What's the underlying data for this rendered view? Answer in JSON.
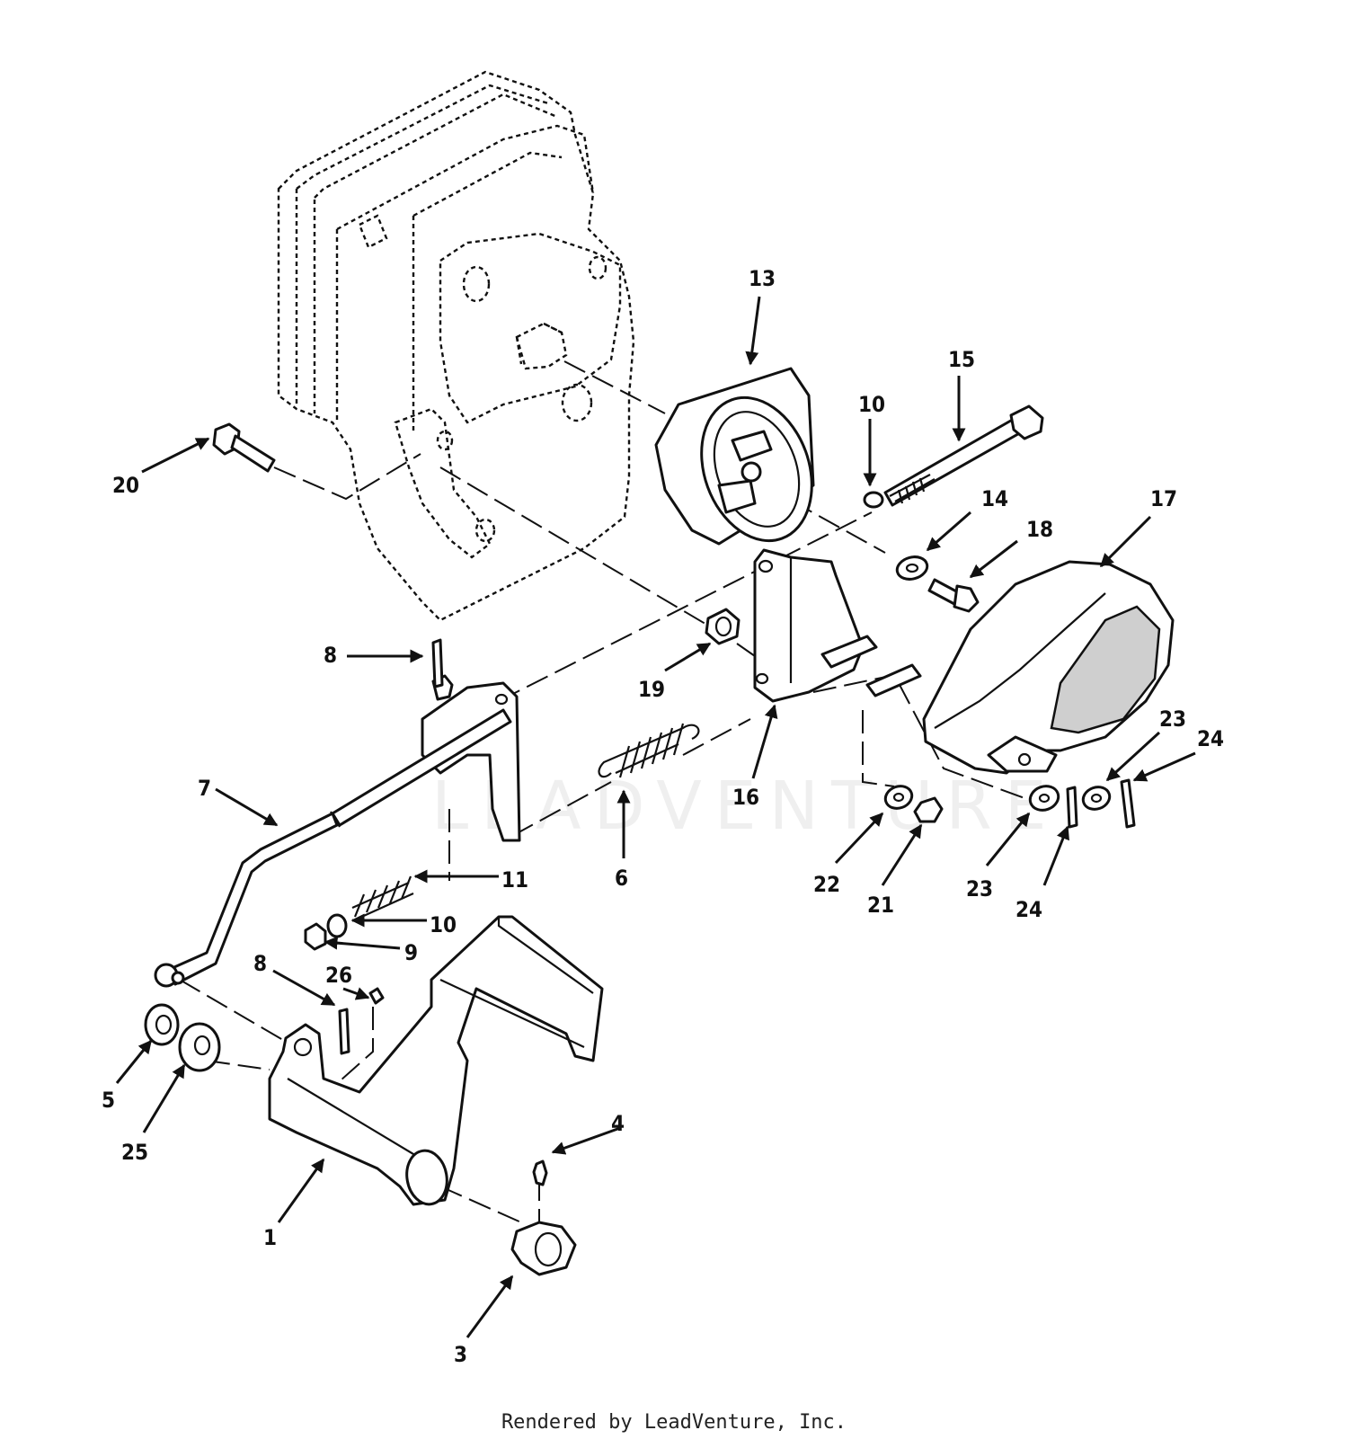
{
  "watermark": "LEADVENTURE",
  "footer": "Rendered by LeadVenture, Inc.",
  "callouts": [
    "1",
    "3",
    "4",
    "5",
    "6",
    "7",
    "8",
    "8",
    "9",
    "10",
    "10",
    "11",
    "13",
    "14",
    "15",
    "16",
    "17",
    "18",
    "19",
    "20",
    "21",
    "22",
    "23",
    "23",
    "24",
    "24",
    "25",
    "26"
  ]
}
